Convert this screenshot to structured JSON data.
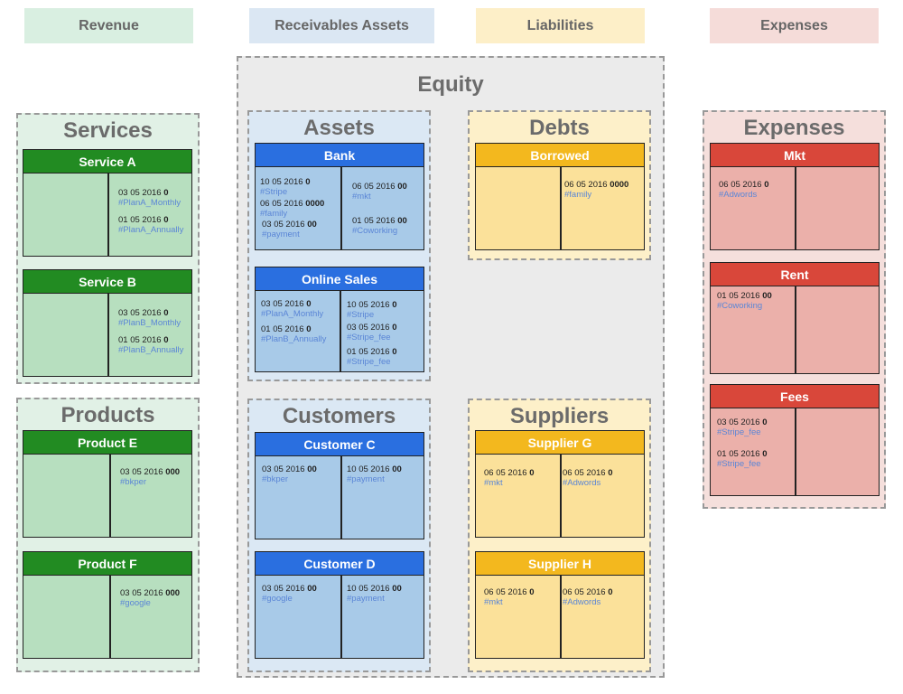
{
  "headers": {
    "revenue": "Revenue",
    "receivables_assets": "Receivables Assets",
    "liabilities": "Liabilities",
    "expenses": "Expenses"
  },
  "groups": {
    "equity": "Equity",
    "services": "Services",
    "products": "Products",
    "assets": "Assets",
    "customers": "Customers",
    "debts": "Debts",
    "suppliers": "Suppliers",
    "expenses": "Expenses"
  },
  "accounts": {
    "service_a": {
      "title": "Service A",
      "entries": [
        {
          "date": "03 05 2016",
          "amt": "0",
          "tag": "#PlanA_Monthly"
        },
        {
          "date": "01 05 2016",
          "amt": "0",
          "tag": "#PlanA_Annually"
        }
      ]
    },
    "service_b": {
      "title": "Service B",
      "entries": [
        {
          "date": "03 05 2016",
          "amt": "0",
          "tag": "#PlanB_Monthly"
        },
        {
          "date": "01 05 2016",
          "amt": "0",
          "tag": "#PlanB_Annually"
        }
      ]
    },
    "product_e": {
      "title": "Product E",
      "entries": [
        {
          "date": "03 05 2016",
          "amt": "000",
          "tag": "#bkper"
        }
      ]
    },
    "product_f": {
      "title": "Product F",
      "entries": [
        {
          "date": "03 05 2016",
          "amt": "000",
          "tag": "#google"
        }
      ]
    },
    "bank": {
      "title": "Bank",
      "left": [
        {
          "date": "10 05 2016",
          "amt": "0",
          "tag": "#Stripe"
        },
        {
          "date": "06 05 2016",
          "amt": "0000",
          "tag": "#family"
        },
        {
          "date": "03 05 2016",
          "amt": "00",
          "tag": "#payment"
        }
      ],
      "right": [
        {
          "date": "06 05 2016",
          "amt": "00",
          "tag": "#mkt"
        },
        {
          "date": "01 05  2016",
          "amt": "00",
          "tag": "#Coworking"
        }
      ]
    },
    "online_sales": {
      "title": "Online Sales",
      "left": [
        {
          "date": "03 05 2016",
          "amt": "0",
          "tag": "#PlanA_Monthly"
        },
        {
          "date": "01 05 2016",
          "amt": "0",
          "tag": "#PlanB_Annually"
        }
      ],
      "right": [
        {
          "date": "10 05 2016",
          "amt": "0",
          "tag": "#Stripe"
        },
        {
          "date": "03 05 2016",
          "amt": "0",
          "tag": "#Stripe_fee"
        },
        {
          "date": "01 05 2016",
          "amt": "0",
          "tag": "#Stripe_fee"
        }
      ]
    },
    "customer_c": {
      "title": "Customer C",
      "left": [
        {
          "date": "03 05 2016",
          "amt": "00",
          "tag": "#bkper"
        }
      ],
      "right": [
        {
          "date": "10 05 2016",
          "amt": "00",
          "tag": "#payment"
        }
      ]
    },
    "customer_d": {
      "title": "Customer D",
      "left": [
        {
          "date": "03 05 2016",
          "amt": "00",
          "tag": "#google"
        }
      ],
      "right": [
        {
          "date": "10 05 2016",
          "amt": "00",
          "tag": "#payment"
        }
      ]
    },
    "borrowed": {
      "title": "Borrowed",
      "right": [
        {
          "date": "06 05 2016",
          "amt": "0000",
          "tag": "#family"
        }
      ]
    },
    "supplier_g": {
      "title": "Supplier G",
      "left": [
        {
          "date": "06 05 2016",
          "amt": "0",
          "tag": "#mkt"
        }
      ],
      "right": [
        {
          "date": "06 05 2016",
          "amt": "0",
          "tag": "#Adwords"
        }
      ]
    },
    "supplier_h": {
      "title": "Supplier H",
      "left": [
        {
          "date": "06 05 2016",
          "amt": "0",
          "tag": "#mkt"
        }
      ],
      "right": [
        {
          "date": "06 05 2016",
          "amt": "0",
          "tag": "#Adwords"
        }
      ]
    },
    "mkt": {
      "title": "Mkt",
      "left": [
        {
          "date": "06 05 2016",
          "amt": "0",
          "tag": "#Adwords"
        }
      ]
    },
    "rent": {
      "title": "Rent",
      "left": [
        {
          "date": "01 05  2016",
          "amt": "00",
          "tag": "#Coworking"
        }
      ]
    },
    "fees": {
      "title": "Fees",
      "left": [
        {
          "date": "03 05 2016",
          "amt": "0",
          "tag": "#Stripe_fee"
        },
        {
          "date": "01 05 2016",
          "amt": "0",
          "tag": "#Stripe_fee"
        }
      ]
    }
  },
  "colors": {
    "revenue_header": "#d9efe1",
    "receivables_header": "#dbe7f3",
    "liabilities_header": "#fdefc8",
    "expenses_header": "#f5dcd9",
    "services_bg": "#e1f1e6",
    "equity_bg": "#ebebeb",
    "assets_bg": "#dbe8f4",
    "liabilities_bg": "#fdf0c9",
    "expenses_bg": "#f5dfdc",
    "green_title": "#228b22",
    "green_body": "#b7dfbf",
    "blue_title": "#2a6fe0",
    "blue_body": "#a8cae8",
    "yellow_title": "#f3b81e",
    "yellow_body": "#fbe19a",
    "red_title": "#d9473a",
    "red_body": "#ebb0aa"
  }
}
